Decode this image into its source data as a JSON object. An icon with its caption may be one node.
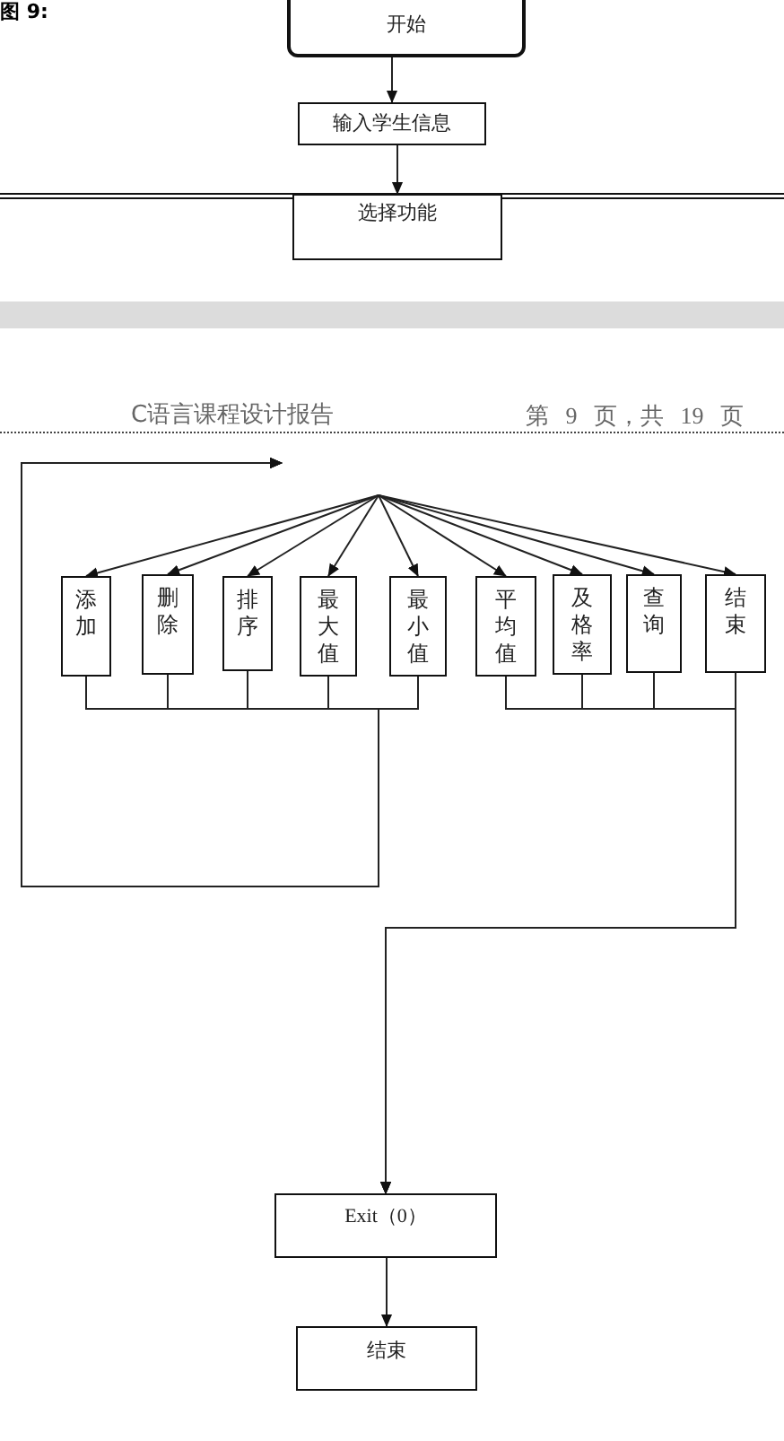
{
  "diagram": {
    "nodes": [
      {
        "text": [
          "开始"
        ]
      },
      {
        "text": [
          "输入学生信息"
        ]
      },
      {
        "text": [
          "选择功能"
        ]
      },
      {
        "text": [
          "添加"
        ]
      },
      {
        "text": [
          "删除"
        ]
      },
      {
        "text": [
          "排序"
        ]
      },
      {
        "text": [
          "最大值"
        ]
      },
      {
        "text": [
          "最小值"
        ]
      },
      {
        "text": [
          "平均值"
        ]
      },
      {
        "text": [
          "及格率"
        ]
      },
      {
        "text": [
          "查询"
        ]
      },
      {
        "text": [
          "结束"
        ]
      },
      {
        "text": [
          "Exit（0）"
        ]
      },
      {
        "text": [
          "结束"
        ]
      }
    ],
    "edges": [
      {
        "from": 0,
        "to": 1,
        "arrow": "to"
      },
      {
        "from": 1,
        "to": 2,
        "arrow": "to"
      },
      {
        "from": null,
        "to": 3,
        "arrow": "to"
      },
      {
        "from": null,
        "to": 4,
        "arrow": "to"
      },
      {
        "from": null,
        "to": 5,
        "arrow": "to"
      },
      {
        "from": null,
        "to": 6,
        "arrow": "to"
      },
      {
        "from": null,
        "to": 7,
        "arrow": "to"
      },
      {
        "from": null,
        "to": 8,
        "arrow": "to"
      },
      {
        "from": null,
        "to": 9,
        "arrow": "to"
      },
      {
        "from": null,
        "to": 10,
        "arrow": "to"
      },
      {
        "from": null,
        "to": 11,
        "arrow": "to"
      },
      {
        "from": 3,
        "to": null,
        "arrow": "to"
      },
      {
        "from": 4,
        "to": null,
        "arrow": "to"
      },
      {
        "from": 5,
        "to": null,
        "arrow": "to"
      },
      {
        "from": 6,
        "to": null,
        "arrow": "to"
      },
      {
        "from": 7,
        "to": null,
        "arrow": "to"
      },
      {
        "from": 8,
        "to": 12,
        "arrow": "to"
      },
      {
        "from": 9,
        "to": 12,
        "arrow": "to"
      },
      {
        "from": 10,
        "to": 12,
        "arrow": "to"
      },
      {
        "from": 11,
        "to": 12,
        "arrow": "to"
      },
      {
        "from": 12,
        "to": 13,
        "arrow": "to"
      }
    ],
    "labels": [
      "图 9:",
      "C语言课程设计报告",
      "第 9 页，共 19 页"
    ]
  }
}
